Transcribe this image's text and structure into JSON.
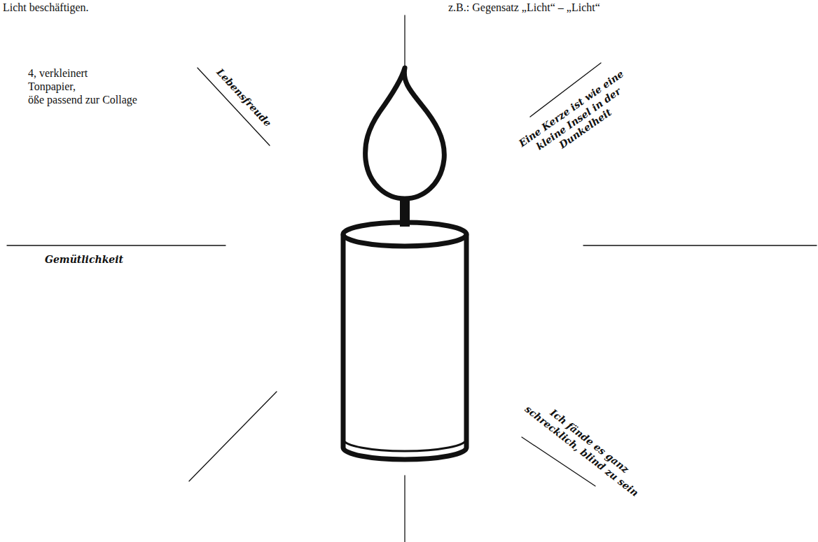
{
  "diagram": {
    "labels": [
      "Licht beschäftigen.",
      "z.B.: Gegensatz „Licht“ – „Licht“",
      "4, verkleinert",
      "Tonpapier,",
      "öße passend zur Collage",
      "Lebensfreude",
      "Eine Kerze ist wie eine kleine Insel in der Dunkelheit",
      "Gemütlichkeit",
      "Ich fände es ganz schrecklich, blind zu sein"
    ]
  }
}
